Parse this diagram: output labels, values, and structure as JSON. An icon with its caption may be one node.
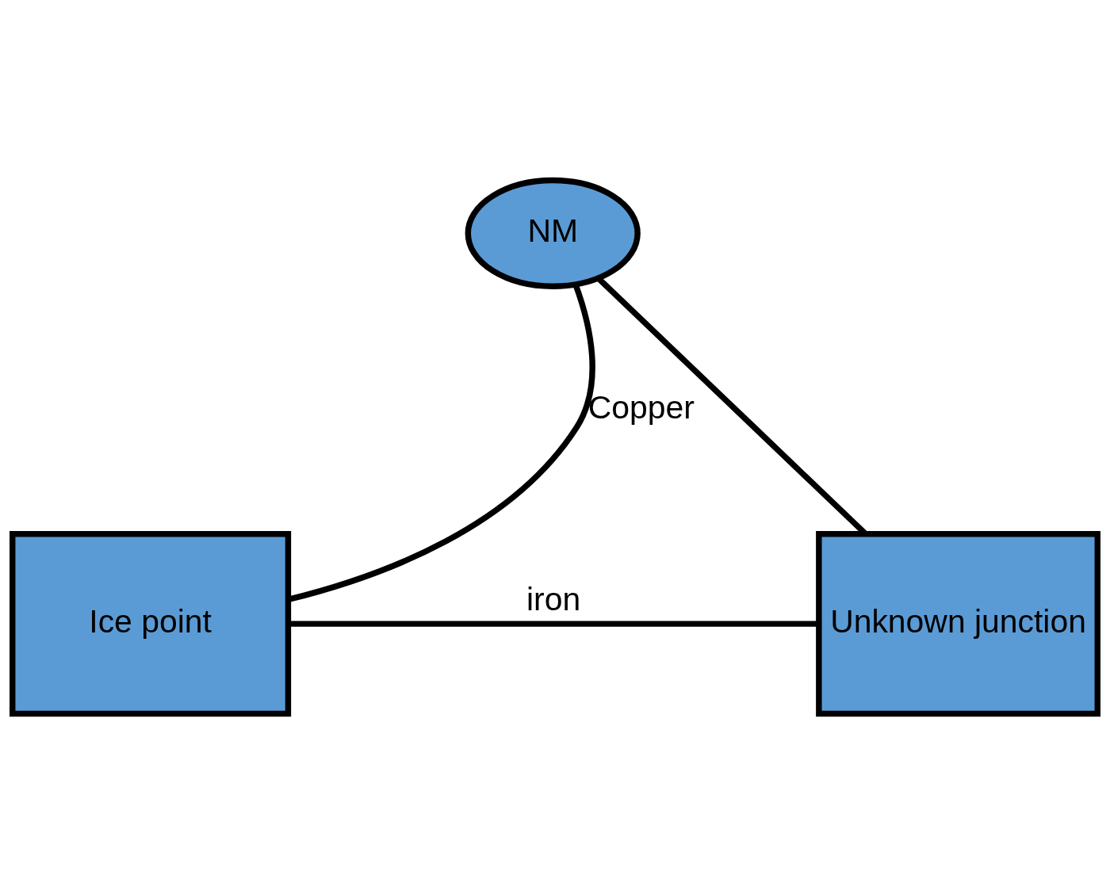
{
  "diagram": {
    "nodes": [
      {
        "text": [
          "NM"
        ]
      },
      {
        "text": [
          "Ice point"
        ]
      },
      {
        "text": [
          "Unknown junction"
        ]
      }
    ],
    "edges": [
      {
        "from": 1,
        "to": 0,
        "arrow": "none",
        "label": "Copper"
      },
      {
        "from": 0,
        "to": 2,
        "arrow": "none"
      },
      {
        "from": 1,
        "to": 2,
        "arrow": "none",
        "label": "iron"
      }
    ]
  }
}
